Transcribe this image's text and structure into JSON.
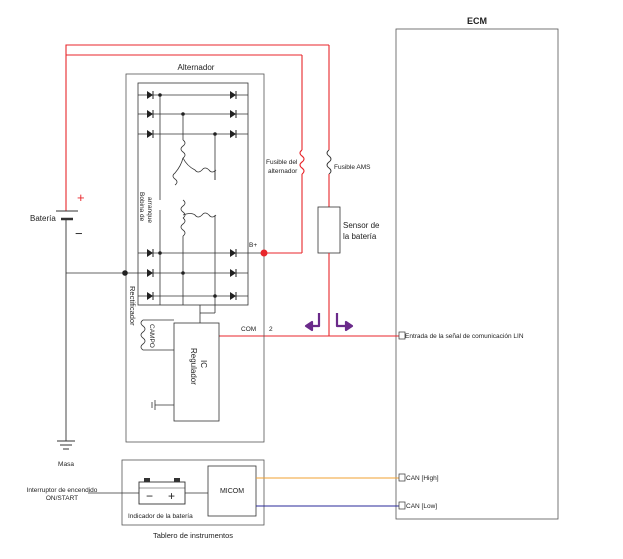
{
  "labels": {
    "ecm_title": "ECM",
    "alternator_title": "Alternador",
    "battery": "Batería",
    "battery_plus": "+",
    "battery_minus": "−",
    "ground": "Masa",
    "alt_fuse_line1": "Fusible del",
    "alt_fuse_line2": "alternador",
    "ams_fuse": "Fusible AMS",
    "sensor_line1": "Sensor de",
    "sensor_line2": "la batería",
    "b_plus": "B+",
    "com": "COM",
    "pin_2": "2",
    "stator_line1": "Bobina de",
    "stator_line2": "arranque",
    "rectifier": "Rectificador",
    "field": "CAMPO",
    "regulator_line1": "Regulador",
    "regulator_line2": "IC",
    "lin_input": "Entrada de la señal de comunicación LIN",
    "can_high": "CAN [High]",
    "can_low": "CAN [Low]",
    "micom": "MICOM",
    "battery_indicator": "Indicador de la batería",
    "indicator_minus": "−",
    "indicator_plus": "+",
    "ignition_line1": "Interruptor de encendido",
    "ignition_line2": "ON/START",
    "cluster": "Tablero de instrumentos"
  },
  "colors": {
    "power_wire": "#e8262b",
    "can_high_wire": "#f0a030",
    "can_low_wire": "#2a2a9a",
    "arrow": "#6a2a8a",
    "line": "#333333"
  }
}
